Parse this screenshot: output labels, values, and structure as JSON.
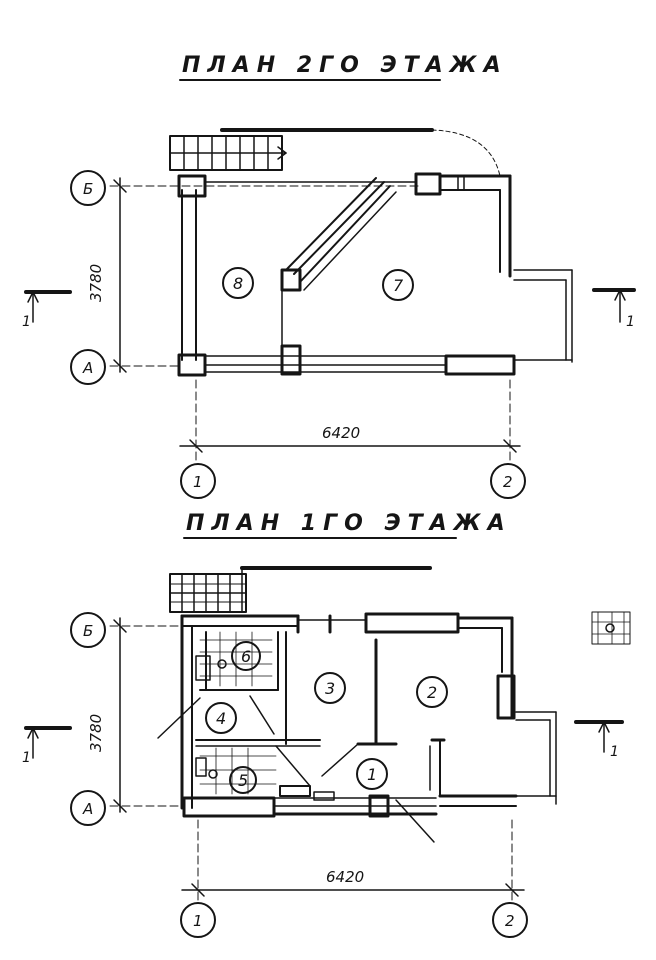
{
  "floor2": {
    "title": "ПЛАН 2ГО ЭТАЖА",
    "dim_vertical": "3780",
    "dim_horizontal": "6420",
    "axis_b": "Б",
    "axis_a": "А",
    "axis_1": "1",
    "axis_2": "2",
    "room_8": "8",
    "room_7": "7",
    "section_left": "1",
    "section_right": "1"
  },
  "floor1": {
    "title": "ПЛАН 1ГО ЭТАЖА",
    "dim_vertical": "3780",
    "dim_horizontal": "6420",
    "axis_b": "Б",
    "axis_a": "А",
    "axis_1": "1",
    "axis_2": "2",
    "room_1": "1",
    "room_2": "2",
    "room_3": "3",
    "room_4": "4",
    "room_5": "5",
    "room_6": "6",
    "section_left": "1",
    "section_right": "1"
  }
}
